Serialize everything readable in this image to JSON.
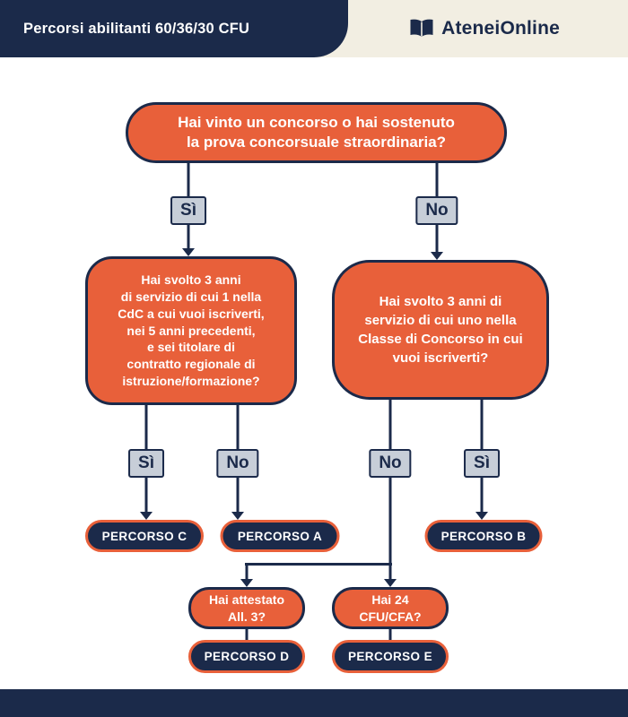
{
  "header": {
    "title": "Percorsi abilitanti 60/36/30 CFU",
    "brand": "AteneiOnline"
  },
  "colors": {
    "navy": "#1b2a4a",
    "orange": "#e8603a",
    "cream": "#f2eee2",
    "label": "#c7ced8",
    "page": "#ffffff"
  },
  "flowchart": {
    "yes_label": "Sì",
    "no_label": "No",
    "nodes": {
      "root": "Hai vinto un concorso o hai sostenuto\nla prova concorsuale straordinaria?",
      "left": "Hai svolto 3 anni\ndi servizio di cui 1 nella\nCdC a cui vuoi iscriverti,\nnei 5 anni precedenti,\ne sei titolare di\ncontratto regionale di\nistruzione/formazione?",
      "right": "Hai svolto 3 anni di\nservizio di cui uno nella\nClasse di Concorso in cui\nvuoi iscriverti?",
      "attestato": "Hai attestato\nAll. 3?",
      "cfu": "Hai 24\nCFU/CFA?"
    },
    "outcomes": {
      "c": "PERCORSO C",
      "a": "PERCORSO A",
      "b": "PERCORSO B",
      "d": "PERCORSO D",
      "e": "PERCORSO E"
    }
  }
}
